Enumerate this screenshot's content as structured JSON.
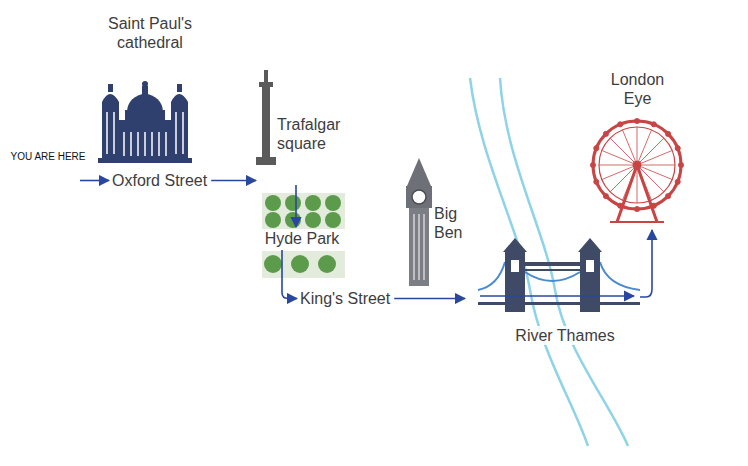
{
  "diagram": {
    "nodes": [
      {
        "text": [
          "Saint Paul's cathedral"
        ]
      },
      {
        "text": [
          "London Eye"
        ]
      },
      {
        "text": [
          "Trafalgar square"
        ]
      },
      {
        "text": [
          "YOU ARE HERE"
        ]
      },
      {
        "text": [
          "Oxford Street"
        ]
      },
      {
        "text": [
          "Hyde Park"
        ]
      },
      {
        "text": [
          "Big Ben"
        ]
      },
      {
        "text": [
          "King's Street"
        ]
      },
      {
        "text": [
          "River Thames"
        ]
      }
    ],
    "edges": [
      {
        "from": 3,
        "to": 4,
        "arrow": "to"
      },
      {
        "from": 4,
        "to": 2,
        "arrow": "to"
      },
      {
        "from": 2,
        "to": 5,
        "arrow": "to"
      },
      {
        "from": 5,
        "to": 7,
        "arrow": "to"
      },
      {
        "from": 7,
        "to": 8,
        "arrow": "to"
      },
      {
        "from": 8,
        "to": 1,
        "arrow": "to"
      }
    ]
  }
}
